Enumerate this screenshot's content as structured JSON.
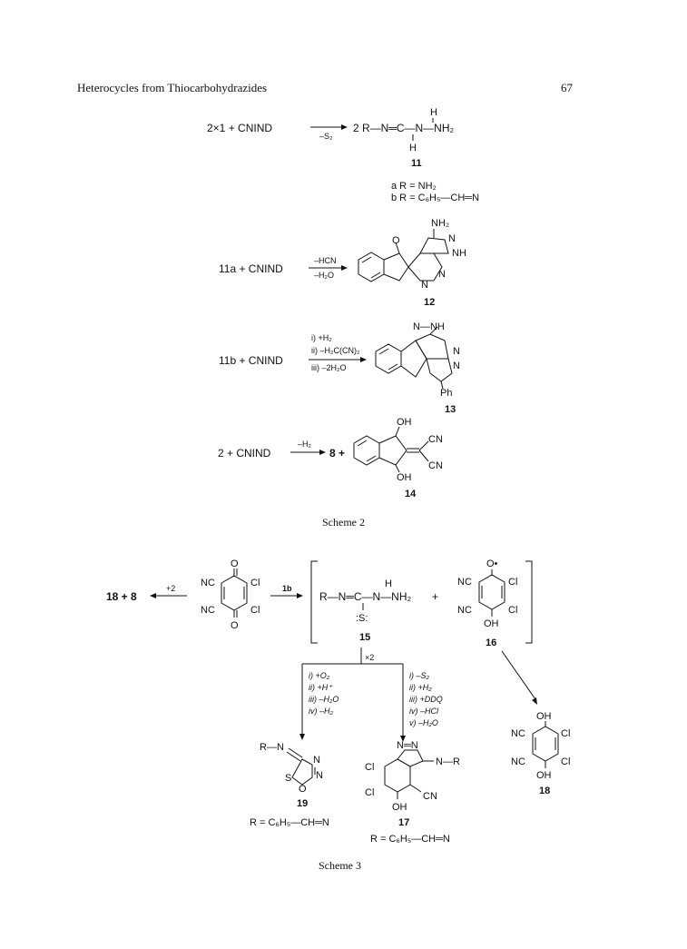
{
  "header": {
    "running_title": "Heterocycles from Thiocarbohydrazides",
    "page_number": "67"
  },
  "scheme2": {
    "caption": "Scheme 2",
    "r1": {
      "lhs": "2×1  +  CNIND",
      "cond": "–S₂",
      "product": "2 R—N═C—N—NH₂",
      "h_top": "H",
      "h_bottom": "H",
      "label": "11"
    },
    "r_defs": {
      "a": "a  R = NH₂",
      "b": "b  R = C₆H₅—CH═N"
    },
    "r2": {
      "lhs": "11a  +  CNIND",
      "cond1": "–HCN",
      "cond2": "–H₂O",
      "nh2": "NH₂",
      "o": "O",
      "n1": "N",
      "nh": "NH",
      "n2": "N",
      "n3": "N",
      "label": "12"
    },
    "r3": {
      "lhs": "11b  +  CNIND",
      "cond1": "i) +H₂",
      "cond2": "ii) –H₂C(CN)₂",
      "cond3": "iii) –2H₂O",
      "nnh": "N—NH",
      "n1": "N",
      "n2": "N",
      "ph": "Ph",
      "label": "13"
    },
    "r4": {
      "lhs": "2  +  CNIND",
      "cond": "–H₂",
      "mid": "8  +",
      "oh1": "OH",
      "oh2": "OH",
      "cn1": "CN",
      "cn2": "CN",
      "label": "14"
    }
  },
  "scheme3": {
    "caption": "Scheme 3",
    "left": "18  +  8",
    "left_cond": "+2",
    "quinone": {
      "o1": "O",
      "o2": "O",
      "nc1": "NC",
      "nc2": "NC",
      "cl1": "Cl",
      "cl2": "Cl"
    },
    "arrow_1b": "1b",
    "c15": {
      "text": "R—N═C—N—NH₂",
      "h": "H",
      "s": ":S:",
      "plus": "+",
      "label": "15"
    },
    "c16": {
      "o": "O•",
      "nc1": "NC",
      "nc2": "NC",
      "cl1": "Cl",
      "cl2": "Cl",
      "oh": "OH",
      "label": "16"
    },
    "times2": "×2",
    "cond_left": [
      "i)  +O₂",
      "ii)  +H⁺",
      "iii)  –H₂O",
      "iv)  –H₂"
    ],
    "cond_right": [
      "i)  –S₂",
      "ii)  +H₂",
      "iii)  +DDQ",
      "iv)  –HCl",
      "v)  –H₂O"
    ],
    "c19": {
      "rn": "R—N",
      "n1": "N",
      "n2": "N",
      "s": "S",
      "o": "O",
      "label": "19",
      "r": "R = C₆H₅—CH═N"
    },
    "c17": {
      "nn": "N═N",
      "nr": "N—R",
      "cl1": "Cl",
      "cl2": "Cl",
      "cn": "CN",
      "oh": "OH",
      "label": "17",
      "r": "R = C₆H₅—CH═N"
    },
    "c18": {
      "oh1": "OH",
      "oh2": "OH",
      "nc1": "NC",
      "nc2": "NC",
      "cl1": "Cl",
      "cl2": "Cl",
      "label": "18"
    }
  }
}
